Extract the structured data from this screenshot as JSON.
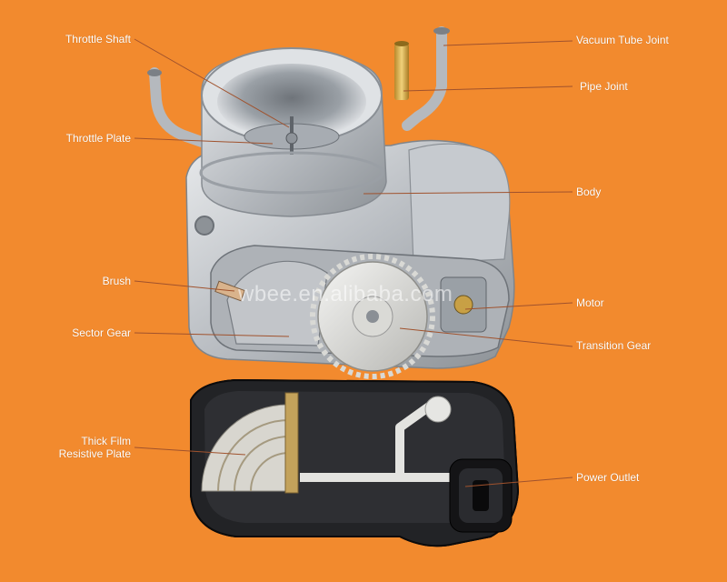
{
  "labels": {
    "throttle_shaft": "Throttle Shaft",
    "throttle_plate": "Throttle Plate",
    "brush": "Brush",
    "sector_gear": "Sector Gear",
    "thick_film_line1": "Thick Film",
    "thick_film_line2": "Resistive Plate",
    "vacuum_tube_joint": "Vacuum Tube Joint",
    "pipe_joint": "Pipe Joint",
    "body": "Body",
    "motor": "Motor",
    "transition_gear": "Transition Gear",
    "power_outlet": "Power Outlet"
  },
  "watermark": "wbee.en.alibaba.com",
  "colors": {
    "background": "#f28a2e",
    "leader_line": "#a0522d",
    "label_text": "#ffffff",
    "metal": "#c9ccd0",
    "cover": "#1c1c1e"
  }
}
